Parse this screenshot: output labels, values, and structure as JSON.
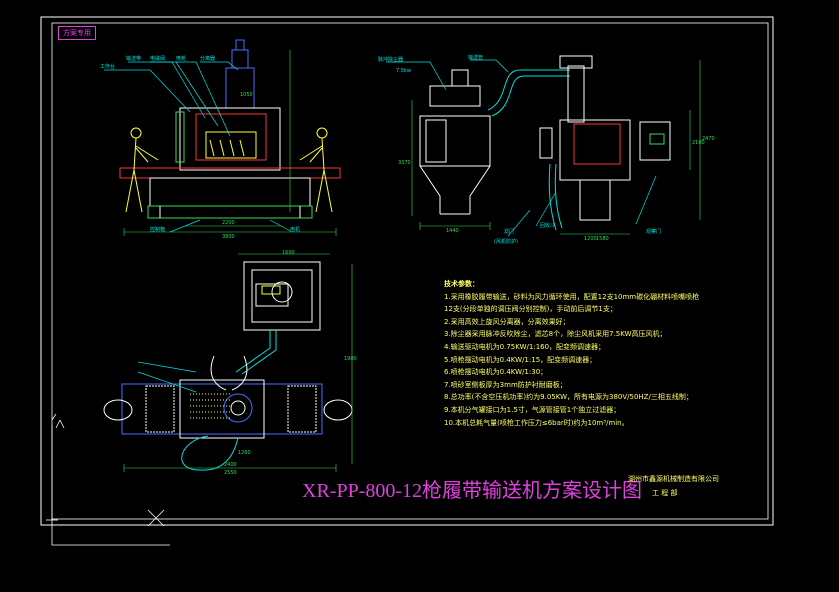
{
  "title": "XR-PP-800-12枪履带输送机方案设计图",
  "tag": "方案专用",
  "company": "湖州市鑫源机械制造有限公司",
  "department": "工 程 部",
  "params_heading": "技术参数：",
  "params": [
    "1.采用橡胶履带输送，砂料为风力循环使用，配置12支10mm碳化硼材料喷嘴喷枪",
    "12支(分段单独的调压阀分别控制)，手动前后调节1支；",
    "2.采用高效上旋风分离器，分离效果好；",
    "3.除尘器采用脉冲反吹除尘，滤芯8个，除尘风机采用7.5KW高压风机；",
    "4.输送驱动电机为0.75KW/1:160，配变频调速器；",
    "5.喷枪摆动电机为0.4KW/1:15，配变频调速器；",
    "6.喷枪摆动电机为0.4KW/1:30；",
    "7.喷砂室侧板厚为3mm防护衬耐磨板；",
    "8.总功率(不含空压机功率)约为9.05KW，所有电源为380V/50HZ/三相五线制；",
    "9.本机分气罐接口为1.5寸，气源管接管1个独立过滤器；",
    "10.本机总耗气量(喷枪工作压力≤6bar时)约为10m³/min。"
  ],
  "labels": {
    "front_top": [
      "工作台",
      "输送带",
      "电磁阀",
      "喷枪",
      "分离器"
    ],
    "front_bottom": [
      "控制箱",
      "电机"
    ],
    "side_top": [
      "脉冲除尘器",
      "7.5kw",
      "输送管"
    ],
    "side_bottom": [
      "滤门",
      "(风机防护)",
      "回收斗",
      "观察门"
    ],
    "dims": [
      "1050",
      "3800",
      "2200",
      "1440",
      "3370",
      "1200",
      "1580",
      "2470",
      "2100",
      "1600",
      "1900",
      "1260",
      "2400",
      "2550"
    ]
  },
  "colors": {
    "background": "#000000",
    "frame": "#ffffff",
    "outline_blue": "#4a6cff",
    "cyan": "#00e0e0",
    "yellow": "#ffff33",
    "magenta": "#e040e0",
    "green": "#33dd55",
    "red": "#ff3333"
  }
}
